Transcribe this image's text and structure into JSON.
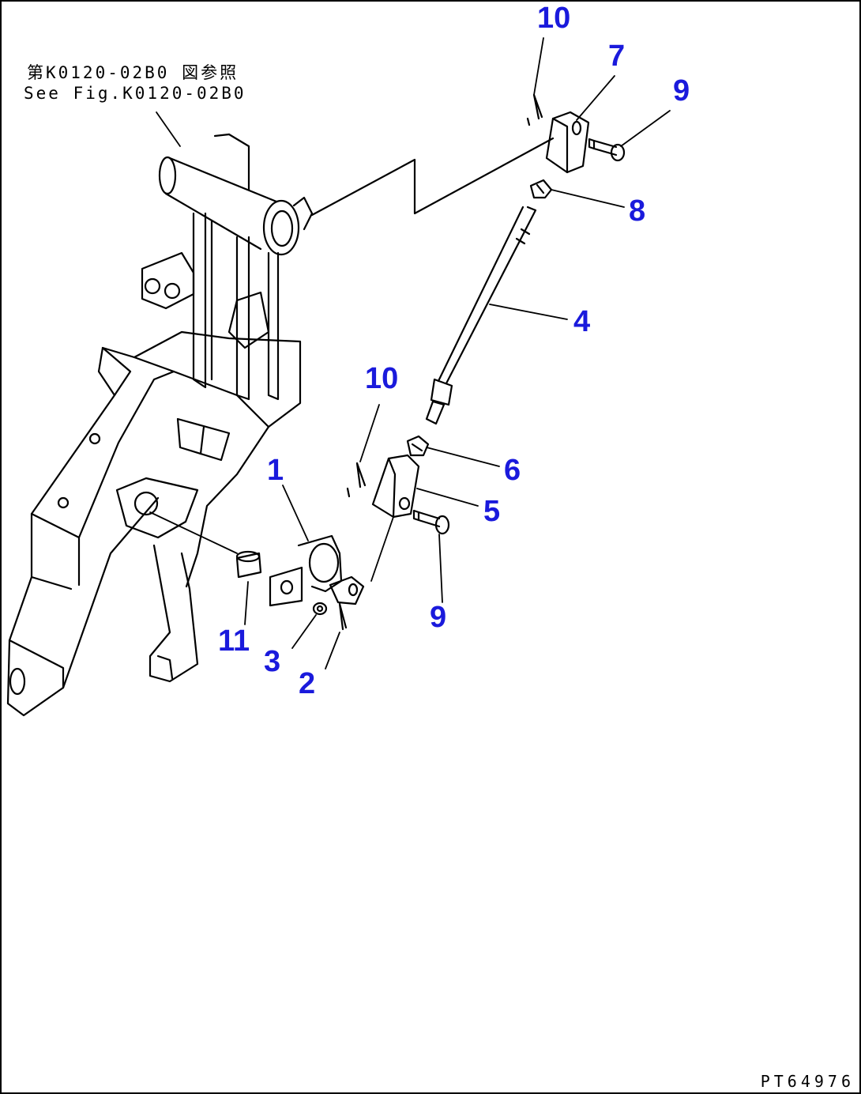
{
  "reference": {
    "line1": "第K0120-02B0 図参照",
    "line2": "See Fig.K0120-02B0"
  },
  "callouts": {
    "part1": "1",
    "part2": "2",
    "part3": "3",
    "part4": "4",
    "part5": "5",
    "part6": "6",
    "part7": "7",
    "part8": "8",
    "part9_upper": "9",
    "part9_lower": "9",
    "part10_upper": "10",
    "part10_lower": "10",
    "part11": "11"
  },
  "drawing_code": "PT64976"
}
